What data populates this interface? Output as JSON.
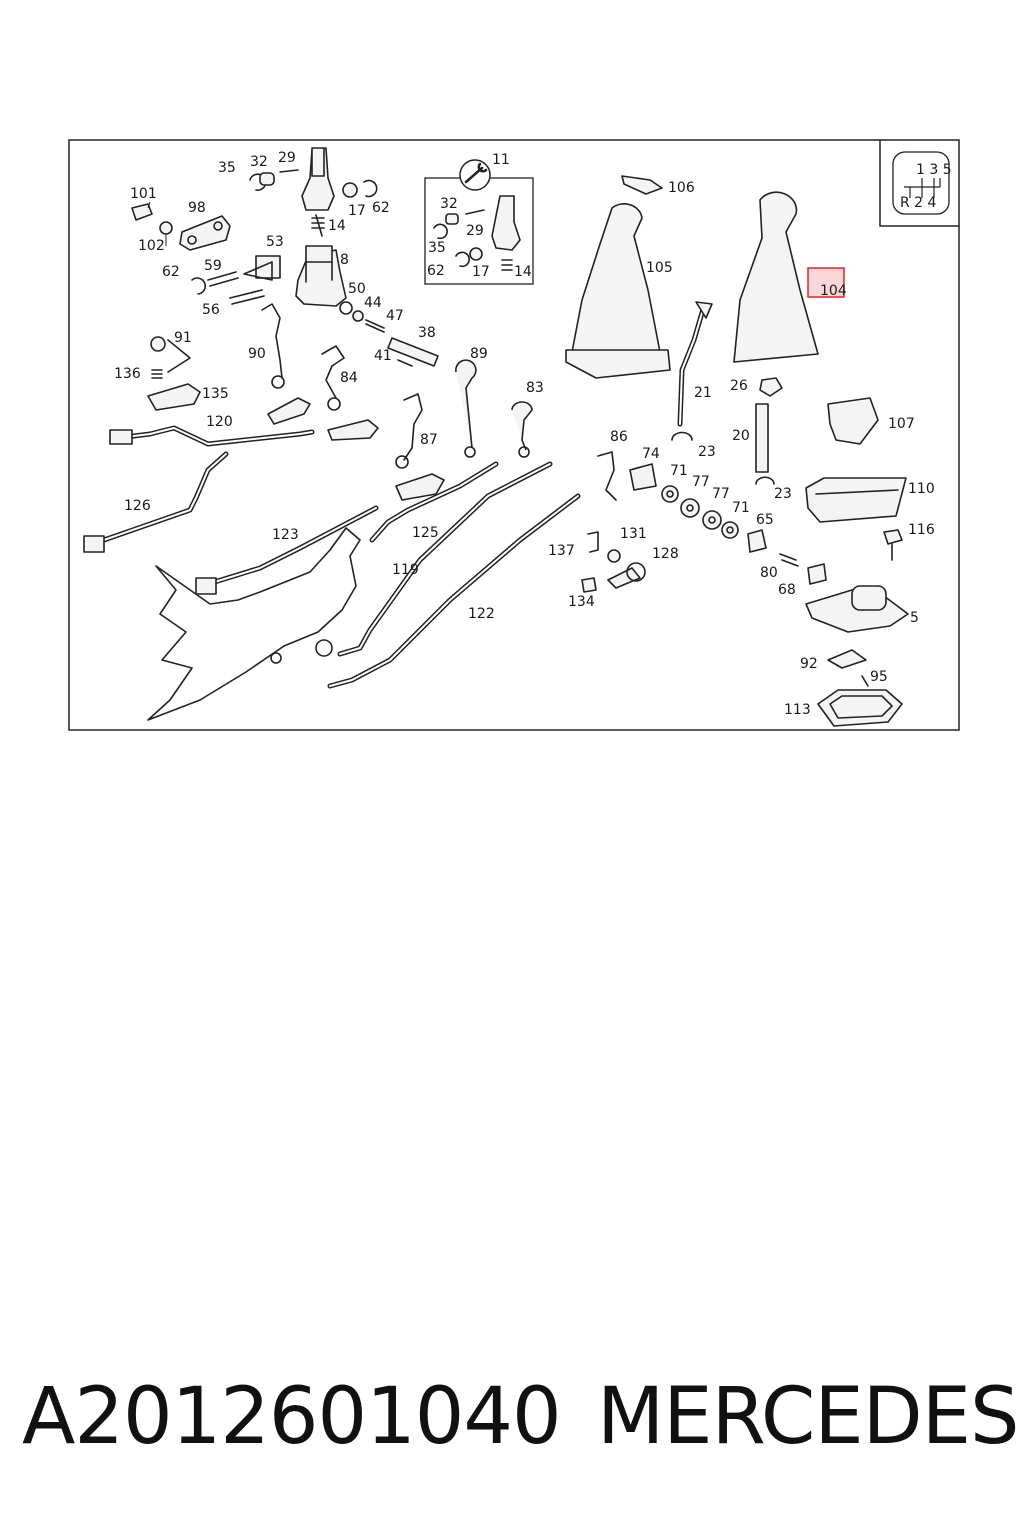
{
  "diagram": {
    "highlighted_callout": "104",
    "highlight_color": "#e0242a",
    "callouts": [
      "35",
      "32",
      "29",
      "101",
      "98",
      "102",
      "17",
      "62",
      "14",
      "11",
      "32",
      "29",
      "35",
      "62",
      "17",
      "14",
      "53",
      "8",
      "62",
      "59",
      "56",
      "50",
      "44",
      "47",
      "38",
      "41",
      "91",
      "90",
      "136",
      "135",
      "89",
      "84",
      "83",
      "120",
      "87",
      "126",
      "123",
      "125",
      "119",
      "122",
      "106",
      "105",
      "104",
      "21",
      "26",
      "23",
      "20",
      "107",
      "86",
      "74",
      "71",
      "77",
      "77",
      "71",
      "65",
      "110",
      "23",
      "116",
      "137",
      "131",
      "128",
      "134",
      "80",
      "68",
      "5",
      "92",
      "95",
      "113"
    ],
    "shift_pattern": {
      "top": "1 3 5",
      "bottom": "R 2 4"
    }
  },
  "footer": {
    "part_number": "A2012601040",
    "brand": "MERCEDES"
  }
}
